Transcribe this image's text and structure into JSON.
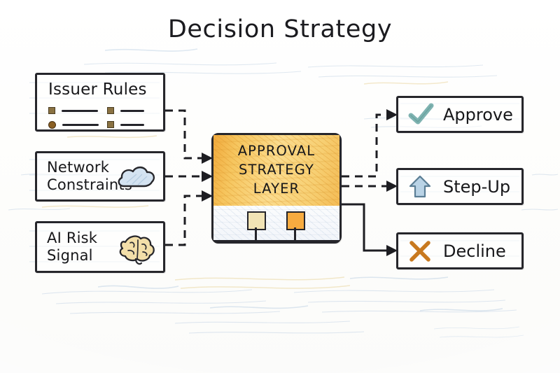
{
  "diagram": {
    "title": "Decision Strategy",
    "style": "hand-drawn sketch flowchart on paper texture",
    "background_color": "#fdfdfc"
  },
  "inputs": [
    {
      "id": "issuer-rules",
      "label": "Issuer Rules",
      "icon": "rules-list-icon",
      "accent": "#8a7242"
    },
    {
      "id": "network-constraints",
      "label": "Network\nConstraints",
      "icon": "cloud-icon",
      "accent": "#b9cfe6"
    },
    {
      "id": "ai-risk-signal",
      "label": "AI Risk\nSignal",
      "icon": "brain-icon",
      "accent": "#efd89a"
    }
  ],
  "core": {
    "id": "approval-strategy-layer",
    "label": "APPROVAL\nSTRATEGY\nLAYER",
    "top_fill": "#f6c65f",
    "bottom_fill": "#f4f7fb",
    "nodes": [
      {
        "id": "node-left",
        "fill": "#f1e3b5"
      },
      {
        "id": "node-right",
        "fill": "#f6ab40"
      }
    ]
  },
  "outcomes": [
    {
      "id": "approve",
      "label": "Approve",
      "icon": "check-icon",
      "icon_color": "#7fb3b1"
    },
    {
      "id": "step-up",
      "label": "Step-Up",
      "icon": "arrow-up-icon",
      "icon_color": "#a8c6dd"
    },
    {
      "id": "decline",
      "label": "Decline",
      "icon": "x-icon",
      "icon_color": "#c8791f"
    }
  ],
  "connectors": {
    "style": "dashed",
    "color": "#1d1d22",
    "arrowheads": true,
    "inbound_count": 3,
    "outbound_count": 3
  }
}
